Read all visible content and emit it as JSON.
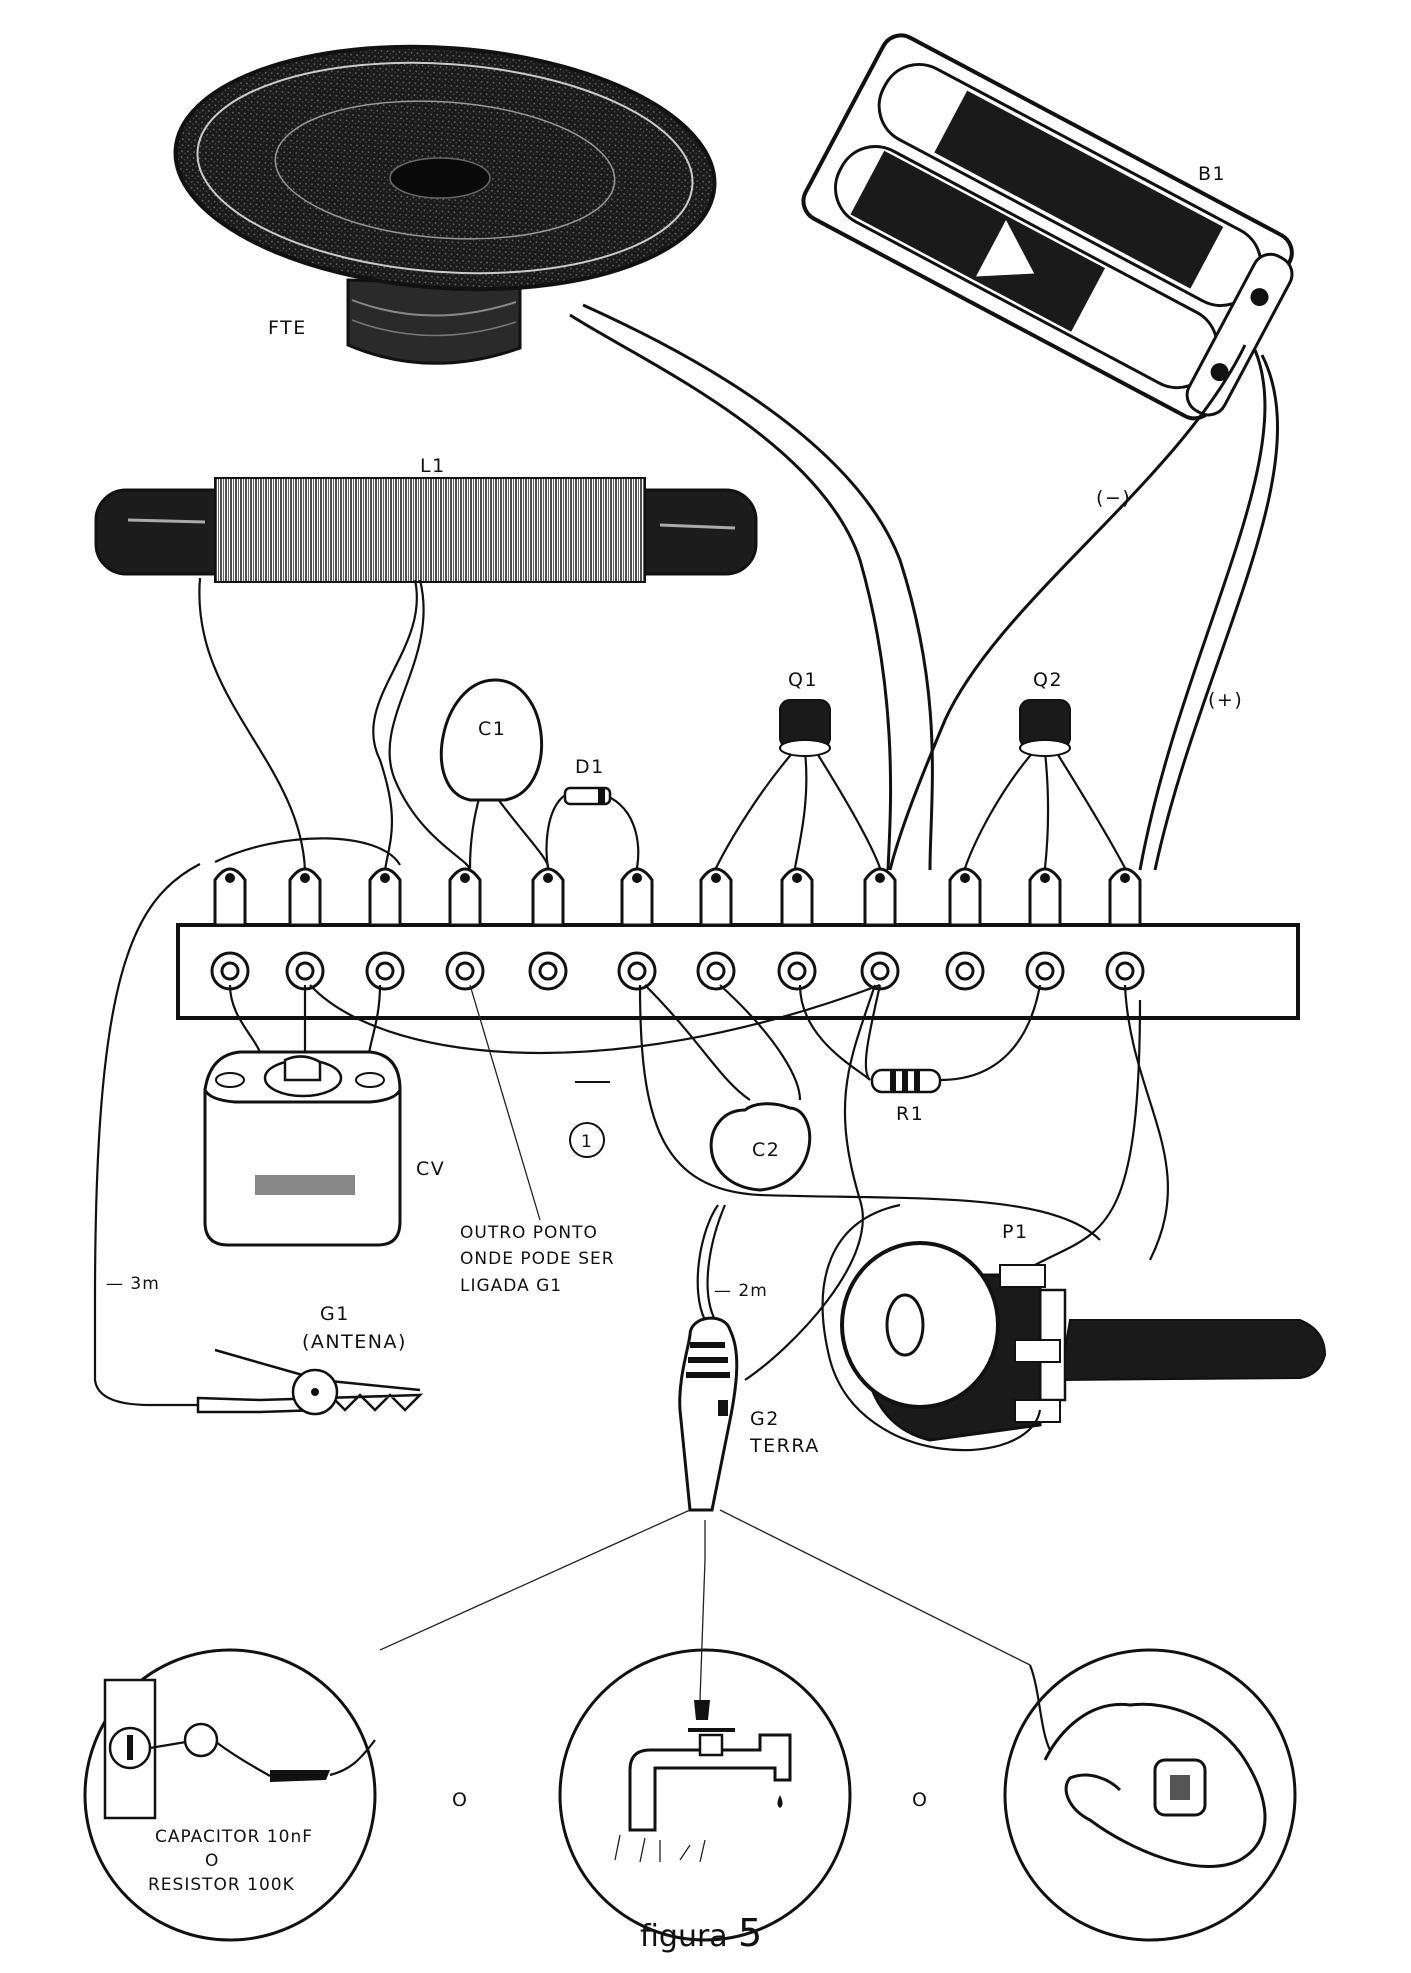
{
  "labels": {
    "fte": "FTE",
    "b1": "B1",
    "l1": "L1",
    "minus": "(−)",
    "plus": "(+)",
    "q1": "Q1",
    "q2": "Q2",
    "c1": "C1",
    "d1": "D1",
    "c2": "C2",
    "r1": "R1",
    "cv": "CV",
    "p1": "P1",
    "marker_1": "1",
    "note_line1": "OUTRO PONTO",
    "note_line2": "ONDE PODE SER",
    "note_line3": "LIGADA G1",
    "len_3m": "— 3m",
    "len_2m": "— 2m",
    "g1_line1": "G1",
    "g1_line2": "(ANTENA)",
    "g2_line1": "G2",
    "g2_line2": "TERRA",
    "or_left": "O",
    "or_right": "O",
    "cap_line1": "CAPACITOR 10nF",
    "cap_line2": "O",
    "cap_line3": "RESISTOR 100K"
  },
  "caption": {
    "word": "figura",
    "number": "5"
  }
}
